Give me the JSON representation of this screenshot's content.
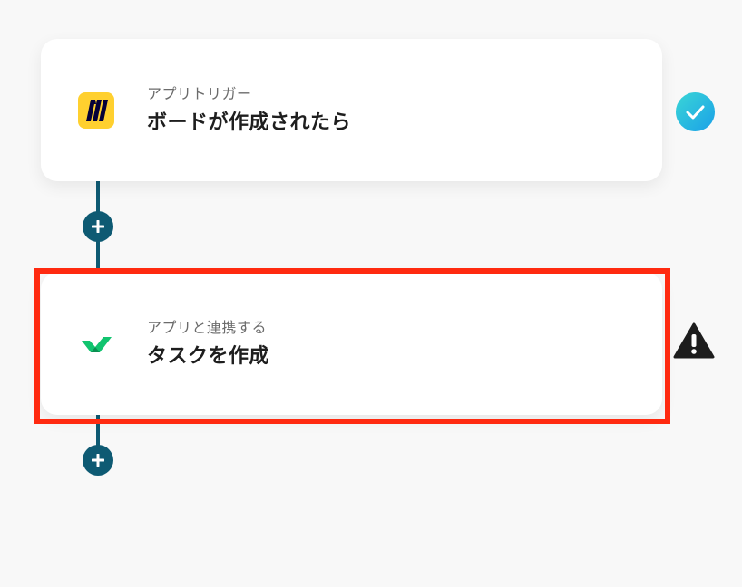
{
  "flow": {
    "trigger": {
      "subtitle": "アプリトリガー",
      "title": "ボードが作成されたら",
      "app_icon": "miro-logo-icon",
      "status": "check-complete-icon"
    },
    "action": {
      "subtitle": "アプリと連携する",
      "title": "タスクを作成",
      "app_icon": "wrike-logo-icon",
      "status": "warning-icon",
      "highlighted": true
    },
    "add_step_buttons": [
      "plus-icon",
      "plus-icon"
    ]
  },
  "colors": {
    "background": "#f8f8f8",
    "connector": "#0e5a73",
    "highlight": "#ff2a10",
    "success_start": "#3ad6d6",
    "success_end": "#1aa0e8",
    "miro_yellow": "#ffd02f",
    "wrike_green": "#11c46f"
  }
}
